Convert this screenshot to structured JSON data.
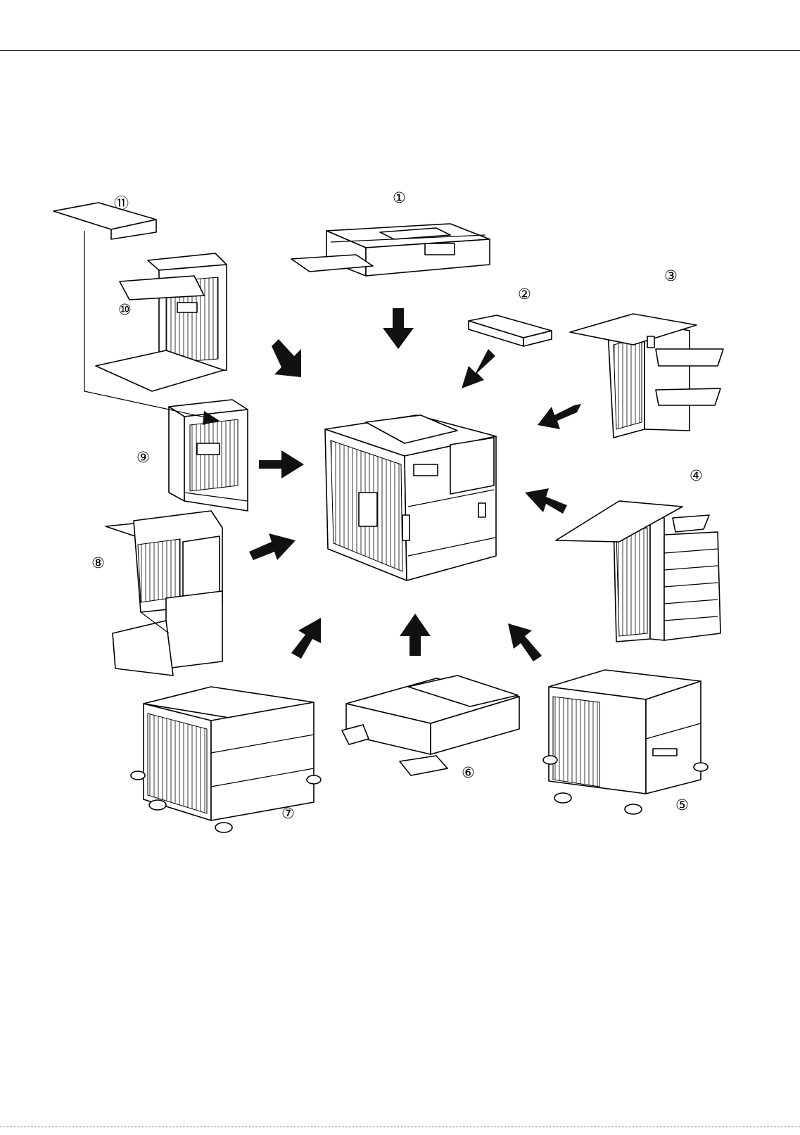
{
  "callouts": {
    "c1": "①",
    "c2": "②",
    "c3": "③",
    "c4": "④",
    "c5": "⑤",
    "c6": "⑥",
    "c7": "⑦",
    "c8": "⑧",
    "c9": "⑨",
    "c10": "⑩",
    "c11": "⑪"
  },
  "colors": {
    "ink": "#000000",
    "arrow": "#111111",
    "paper": "#ffffff"
  }
}
